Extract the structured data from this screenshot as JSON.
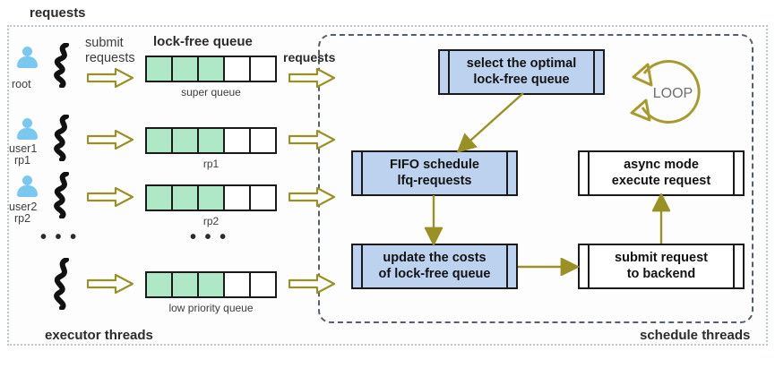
{
  "diagram": {
    "title_labels": {
      "requests_top": "requests",
      "submit_requests": "submit\nrequests",
      "lock_free_queue": "lock-free queue",
      "requests_mid": "requests"
    },
    "zones": {
      "executor_threads": "executor threads",
      "schedule_threads": "schedule threads"
    },
    "users": [
      {
        "name": "user-root",
        "lines": [
          "root"
        ],
        "has_avatar": true
      },
      {
        "name": "user-1",
        "lines": [
          "user1",
          "rp1"
        ],
        "has_avatar": true
      },
      {
        "name": "user-2",
        "lines": [
          "user2",
          "rp2"
        ],
        "has_avatar": true
      },
      {
        "name": "user-low",
        "lines": [],
        "has_avatar": false
      }
    ],
    "ellipsis": "• • •",
    "queues": [
      {
        "label": "super queue",
        "cells": 5,
        "filled": 3
      },
      {
        "label": "rp1",
        "cells": 5,
        "filled": 3
      },
      {
        "label": "rp2",
        "cells": 5,
        "filled": 3
      },
      {
        "label": "low priority  queue",
        "cells": 5,
        "filled": 3
      }
    ],
    "processes": [
      {
        "id": "select-optimal",
        "text": "select the optimal\nlock-free queue",
        "style": "blue"
      },
      {
        "id": "fifo-schedule",
        "text": "FIFO schedule\nlfq-requests",
        "style": "blue"
      },
      {
        "id": "update-costs",
        "text": "update the costs\nof lock-free queue",
        "style": "blue"
      },
      {
        "id": "submit-backend",
        "text": "submit request\nto backend",
        "style": "white"
      },
      {
        "id": "async-execute",
        "text": "async mode\nexecute request",
        "style": "white"
      }
    ],
    "loop": {
      "label": "LOOP"
    },
    "colors": {
      "queue_filled": "#aee8c6",
      "process_blue": "#bdd2ee",
      "arrow_olive": "#9a9124",
      "avatar_blue": "#79c8ef",
      "outer_border": "#b9c4d4",
      "inner_border": "#555e6b"
    }
  }
}
